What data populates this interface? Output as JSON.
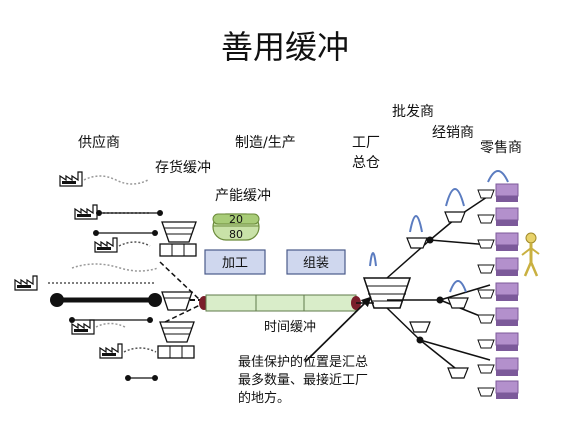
{
  "title": "善用缓冲",
  "labels": {
    "supplier": "供应商",
    "inventory_buffer": "存货缓冲",
    "capacity_buffer": "产能缓冲",
    "manufacturing": "制造/生产",
    "factory_warehouse_line1": "工厂",
    "factory_warehouse_line2": "总仓",
    "wholesaler": "批发商",
    "distributor": "经销商",
    "retailer": "零售商",
    "time_buffer": "时间缓冲"
  },
  "capacity_gauge": {
    "upper": "20",
    "lower": "80"
  },
  "process_boxes": {
    "processing": "加工",
    "assembly": "组装"
  },
  "annotation": {
    "line1": "最佳保护的位置是汇总",
    "line2": "最多数量、最接近工厂",
    "line3": "的地方。"
  },
  "colors": {
    "capacity_fill": "#c9e2a8",
    "capacity_top": "#a8cc78",
    "process_box": "#cfd7ee",
    "time_cell": "#d9edc9",
    "retailer_box": "#b390cc",
    "retailer_box_dark": "#7c5a9a",
    "wholesaler_arc": "#5b7cc0",
    "link_line": "#111111",
    "time_buffer_cap": "#7a1e2b"
  }
}
